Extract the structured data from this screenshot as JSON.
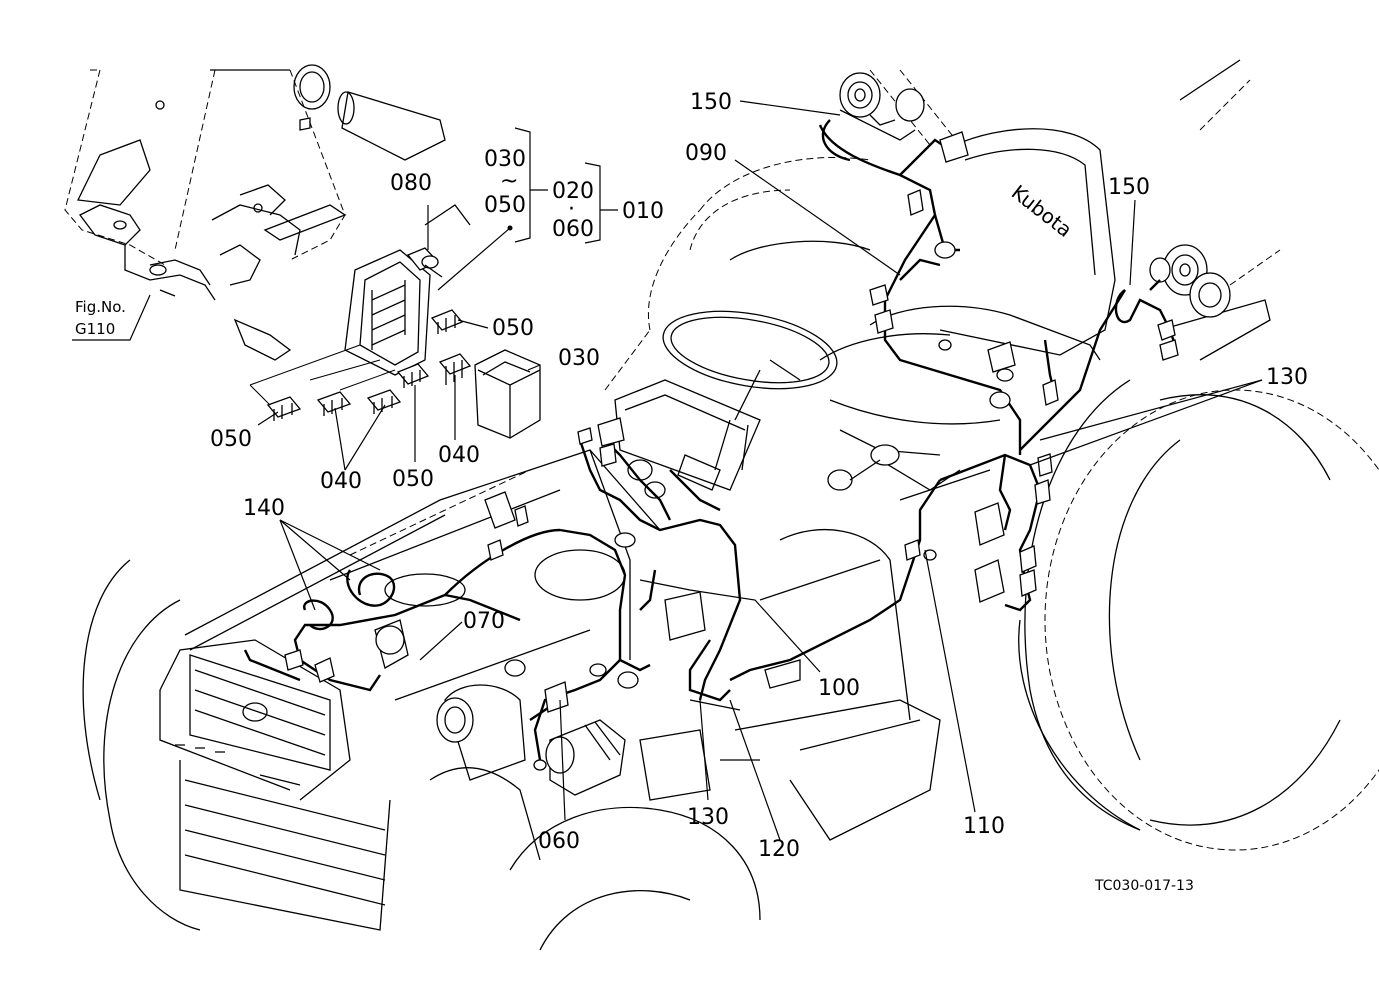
{
  "figure": {
    "reference_label": "Fig.No.",
    "reference_value": "G110",
    "drawing_code": "TC030-017-13",
    "brand_on_seat": "Kubota"
  },
  "bracket": {
    "range_top": "030",
    "range_tilde": "~",
    "range_bottom": "050",
    "set_top": "020",
    "set_dot": "·",
    "set_bottom": "060",
    "assembly": "010"
  },
  "callouts": {
    "p080": "080",
    "p050_a": "050",
    "p030": "030",
    "p050_b": "050",
    "p040_a": "040",
    "p050_c": "050",
    "p040_b": "040",
    "p140": "140",
    "p070": "070",
    "p060": "060",
    "p130_a": "130",
    "p120": "120",
    "p100": "100",
    "p110": "110",
    "p130_b": "130",
    "p150_a": "150",
    "p150_b": "150",
    "p090": "090"
  }
}
